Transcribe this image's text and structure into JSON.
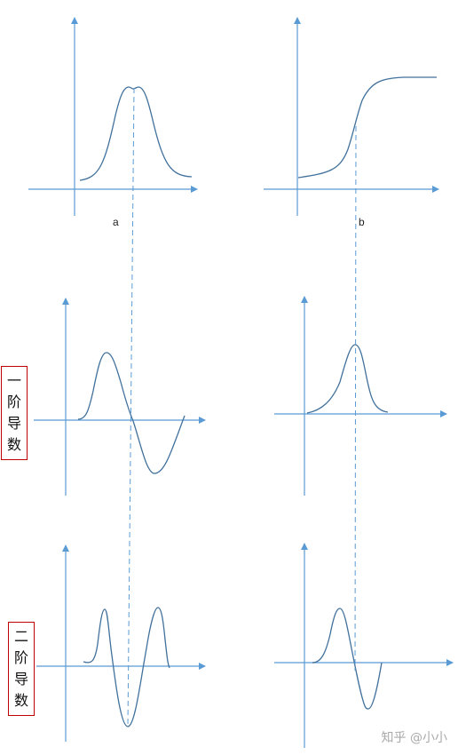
{
  "colors": {
    "axis": "#5b9bd5",
    "curve": "#41719c",
    "guide": "#5b9bd5",
    "box_border": "#c00000"
  },
  "labels": {
    "a": "a",
    "b": "b"
  },
  "side_labels": {
    "first_derivative": [
      "一",
      "阶",
      "导",
      "数"
    ],
    "second_derivative": [
      "二",
      "阶",
      "导",
      "数"
    ]
  },
  "watermark": "知乎 @小小"
}
